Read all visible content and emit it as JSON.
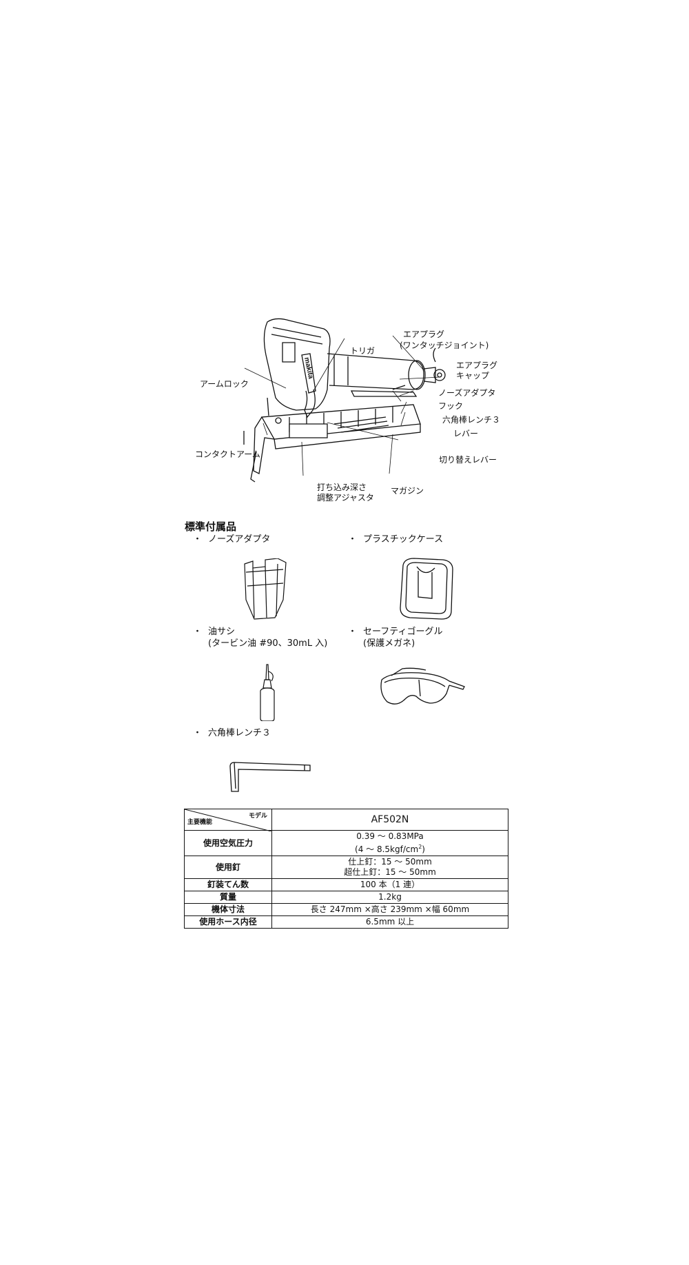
{
  "diagram": {
    "labels": {
      "air_plug": "エアプラグ",
      "one_touch_joint": "(ワンタッチジョイント)",
      "trigger": "トリガ",
      "air_plug_cap_1": "エアプラグ",
      "air_plug_cap_2": "キャップ",
      "arm_lock": "アームロック",
      "nose_adapter": "ノーズアダプタ",
      "hook": "フック",
      "hex_wrench": "六角棒レンチ３",
      "lever": "レバー",
      "contact_arm": "コンタクトアーム",
      "switch_lever": "切り替えレバー",
      "depth_adjuster_1": "打ち込み深さ",
      "depth_adjuster_2": "調整アジャスタ",
      "magazine": "マガジン"
    },
    "brand_text": "makita"
  },
  "accessories": {
    "heading": "標準付属品",
    "bullet": "・",
    "items": [
      {
        "name": "ノーズアダプタ"
      },
      {
        "name": "プラスチックケース"
      },
      {
        "name": "油サシ",
        "detail": "(タービン油 #90、30mL 入)"
      },
      {
        "name": "セーフティゴーグル",
        "detail": "(保護メガネ)"
      },
      {
        "name": "六角棒レンチ３"
      }
    ]
  },
  "spec_table": {
    "corner_top": "モデル",
    "corner_bottom": "主要機能",
    "model": "AF502N",
    "rows": [
      {
        "label": "使用空気圧力",
        "line1": "0.39 ～ 0.83MPa",
        "line2_pre": "(4 ～ 8.5kgf/cm",
        "line2_sup": "2",
        "line2_post": ")"
      },
      {
        "label": "使用釘",
        "line1": "仕上釘：15 ～ 50mm",
        "line2": "超仕上釘：15 ～ 50mm"
      },
      {
        "label": "釘装てん数",
        "value": "100 本（1 連）"
      },
      {
        "label": "質量",
        "value": "1.2kg"
      },
      {
        "label": "機体寸法",
        "value": "長さ 247mm ×高さ 239mm ×幅 60mm"
      },
      {
        "label": "使用ホース内径",
        "value": "6.5mm 以上"
      }
    ]
  }
}
